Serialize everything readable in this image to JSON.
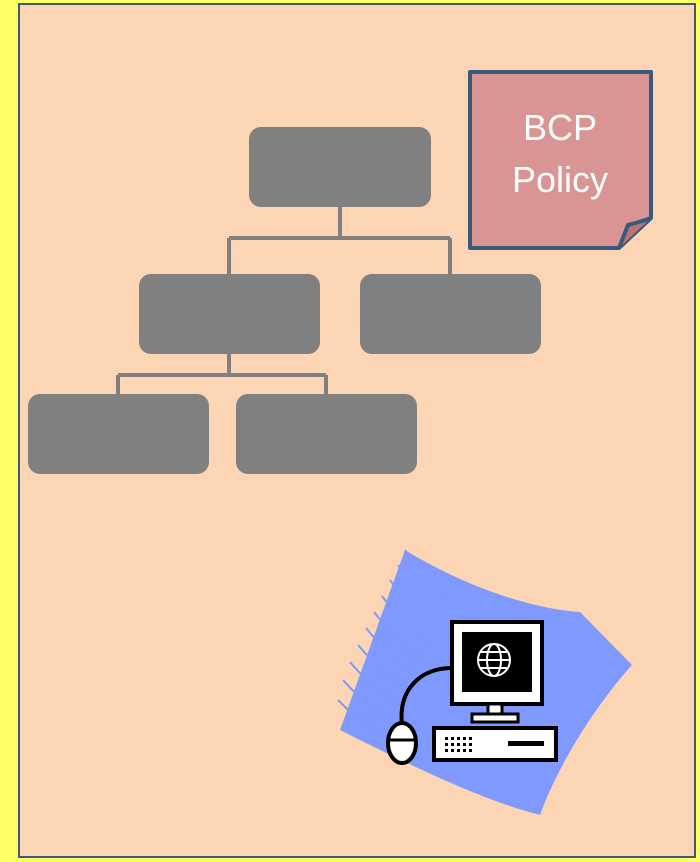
{
  "note": {
    "line1": "BCP",
    "line2": "Policy"
  },
  "colors": {
    "background_strip": "#ffff66",
    "panel": "#fcd5b4",
    "panel_border": "#3b5a7a",
    "org_box": "#808080",
    "note_fill": "#d99594",
    "note_border": "#3b5a7a",
    "wave": "#7f99ff"
  },
  "icons": [
    "org-chart",
    "policy-note",
    "networked-computer-icon"
  ]
}
